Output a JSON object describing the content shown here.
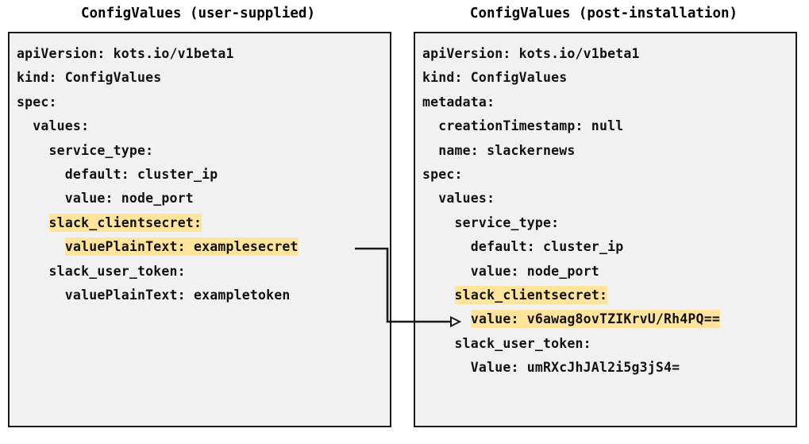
{
  "diagram": {
    "type": "two-panel-yaml-comparison",
    "background_color": "#ffffff",
    "highlight_color": "#ffe49c",
    "box_border_color": "#1a1a1a",
    "box_fill_color": "#f1f1f1",
    "connector": {
      "label": "",
      "from": "left.slack_clientsecret.valuePlainText",
      "to": "right.slack_clientsecret.value",
      "arrow_style": "open-triangle"
    }
  },
  "left_panel": {
    "title": "ConfigValues (user-supplied)",
    "lines": [
      {
        "text": "apiVersion: kots.io/v1beta1",
        "highlight": false
      },
      {
        "text": "kind: ConfigValues",
        "highlight": false
      },
      {
        "text": "spec:",
        "highlight": false
      },
      {
        "text": "  values:",
        "highlight": false
      },
      {
        "text": "    service_type:",
        "highlight": false
      },
      {
        "text": "      default: cluster_ip",
        "highlight": false
      },
      {
        "text": "      value: node_port",
        "highlight": false
      },
      {
        "text": "    slack_clientsecret:",
        "highlight": true,
        "indent": 4
      },
      {
        "text": "      valuePlainText: examplesecret",
        "highlight": true,
        "indent": 6
      },
      {
        "text": "    slack_user_token:",
        "highlight": false
      },
      {
        "text": "      valuePlainText: exampletoken",
        "highlight": false
      }
    ]
  },
  "right_panel": {
    "title": "ConfigValues (post-installation)",
    "lines": [
      {
        "text": "apiVersion: kots.io/v1beta1",
        "highlight": false
      },
      {
        "text": "kind: ConfigValues",
        "highlight": false
      },
      {
        "text": "metadata:",
        "highlight": false
      },
      {
        "text": "  creationTimestamp: null",
        "highlight": false
      },
      {
        "text": "  name: slackernews",
        "highlight": false
      },
      {
        "text": "spec:",
        "highlight": false
      },
      {
        "text": "  values:",
        "highlight": false
      },
      {
        "text": "    service_type:",
        "highlight": false
      },
      {
        "text": "      default: cluster_ip",
        "highlight": false
      },
      {
        "text": "      value: node_port",
        "highlight": false
      },
      {
        "text": "    slack_clientsecret:",
        "highlight": true,
        "indent": 4
      },
      {
        "text": "      value: v6awag8ovTZIKrvU/Rh4PQ==",
        "highlight": true,
        "indent": 6
      },
      {
        "text": "    slack_user_token:",
        "highlight": false
      },
      {
        "text": "      Value: umRXcJhJAl2i5g3jS4=",
        "highlight": false
      }
    ]
  }
}
